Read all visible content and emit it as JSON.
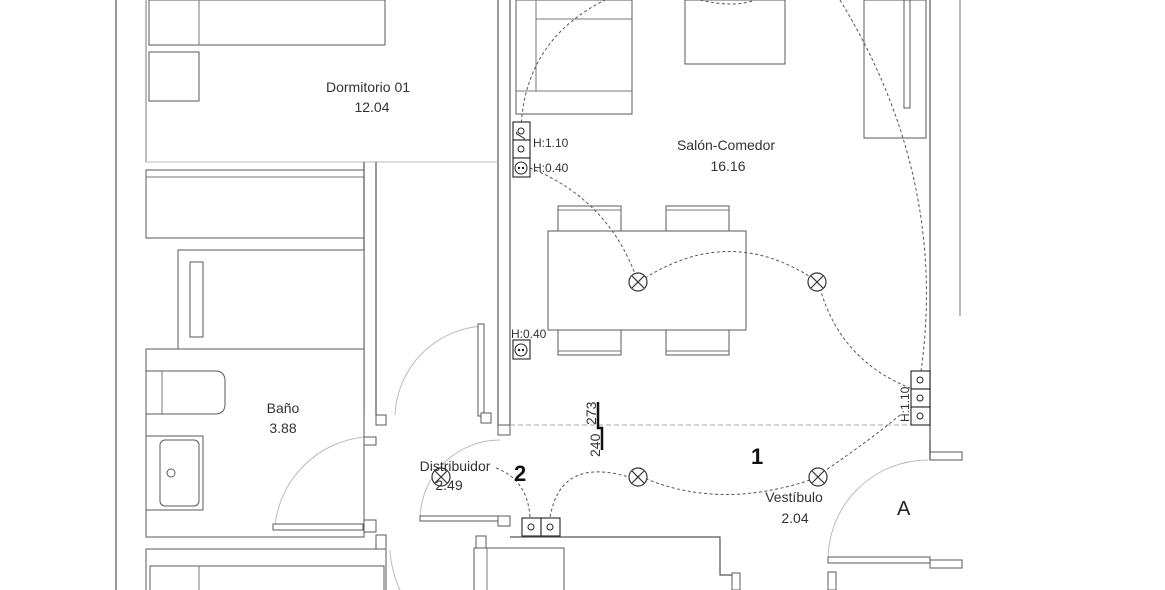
{
  "plan": {
    "rooms": [
      {
        "name": "Dormitorio 01",
        "area": "12.04"
      },
      {
        "name": "Salón-Comedor",
        "area": "16.16"
      },
      {
        "name": "Baño",
        "area": "3.88"
      },
      {
        "name": "Distribuidor",
        "area": "2.49"
      },
      {
        "name": "Vestíbulo",
        "area": "2.04"
      }
    ],
    "heights": {
      "salon_switches": "H:1.10",
      "salon_socket_top": "H:0.40",
      "salon_socket_bottom": "H:0.40",
      "vestibulo_switches": "H:1.10"
    },
    "circuits": {
      "c1": "1",
      "c2": "2"
    },
    "ceiling_heights": {
      "upper": "273",
      "lower": "240"
    },
    "entrance_label": "A"
  },
  "icons": {
    "switch": "switch-icon",
    "socket": "socket-icon",
    "light": "ceiling-light-icon"
  },
  "colors": {
    "line": "#555555",
    "background": "#ffffff",
    "text": "#333333"
  }
}
